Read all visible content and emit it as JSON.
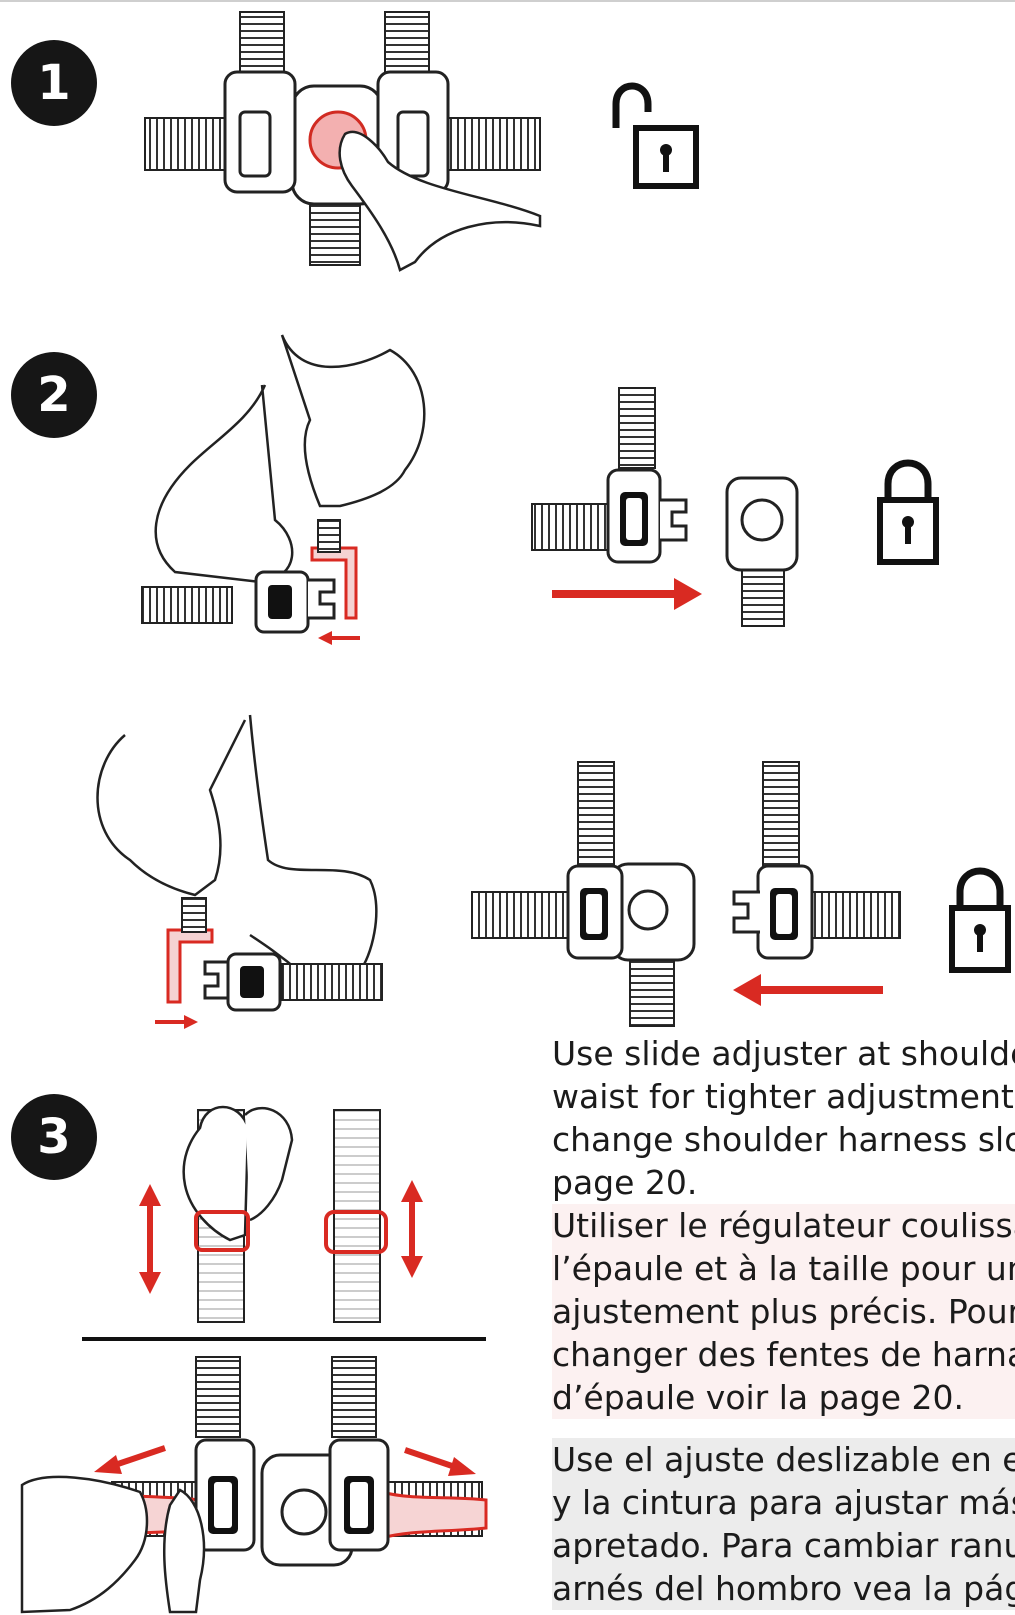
{
  "steps": [
    {
      "number": "1"
    },
    {
      "number": "2"
    },
    {
      "number": "3"
    }
  ],
  "instructions": {
    "english": [
      "Use slide adjuster at shoulder",
      "waist for tighter adjustment. T",
      "change shoulder harness slots",
      "page 20."
    ],
    "french": [
      "Utiliser le régulateur coulissan",
      "l’épaule et à la taille pour un",
      "ajustement plus précis. Pour",
      "changer des fentes de harnais",
      "d’épaule voir la page 20."
    ],
    "spanish": [
      "Use el ajuste deslizable en el h",
      "y la cintura para ajustar más",
      "apretado. Para cambiar ranur",
      "arnés del hombro vea la pági"
    ]
  },
  "icons": {
    "step1_lock": "unlocked-padlock-icon",
    "step2_lock": "locked-padlock-icon",
    "step2b_lock": "locked-padlock-icon"
  },
  "colors": {
    "accent_red": "#e0241c",
    "highlight_red": "#f2a3a3",
    "ink": "#1b1b1b"
  }
}
